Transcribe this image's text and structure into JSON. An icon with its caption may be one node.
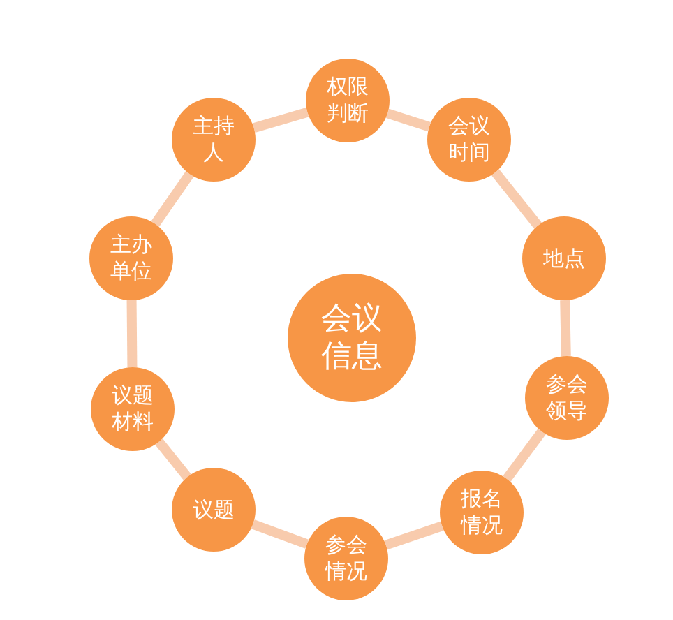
{
  "diagram": {
    "nodes": [
      {
        "text": [
          "会议信息"
        ]
      },
      {
        "text": [
          "权限判断"
        ]
      },
      {
        "text": [
          "会议时间"
        ]
      },
      {
        "text": [
          "地点"
        ]
      },
      {
        "text": [
          "参会领导"
        ]
      },
      {
        "text": [
          "报名情况"
        ]
      },
      {
        "text": [
          "参会情况"
        ]
      },
      {
        "text": [
          "议题"
        ]
      },
      {
        "text": [
          "议题材料"
        ]
      },
      {
        "text": [
          "主办单位"
        ]
      },
      {
        "text": [
          "主持人"
        ]
      }
    ],
    "edges": [
      {
        "from": 1,
        "to": 2,
        "arrow": "none"
      },
      {
        "from": 2,
        "to": 3,
        "arrow": "none"
      },
      {
        "from": 3,
        "to": 4,
        "arrow": "none"
      },
      {
        "from": 4,
        "to": 5,
        "arrow": "none"
      },
      {
        "from": 5,
        "to": 6,
        "arrow": "none"
      },
      {
        "from": 6,
        "to": 7,
        "arrow": "none"
      },
      {
        "from": 7,
        "to": 8,
        "arrow": "none"
      },
      {
        "from": 8,
        "to": 9,
        "arrow": "none"
      },
      {
        "from": 9,
        "to": 10,
        "arrow": "none"
      },
      {
        "from": 10,
        "to": 1,
        "arrow": "none"
      }
    ]
  }
}
